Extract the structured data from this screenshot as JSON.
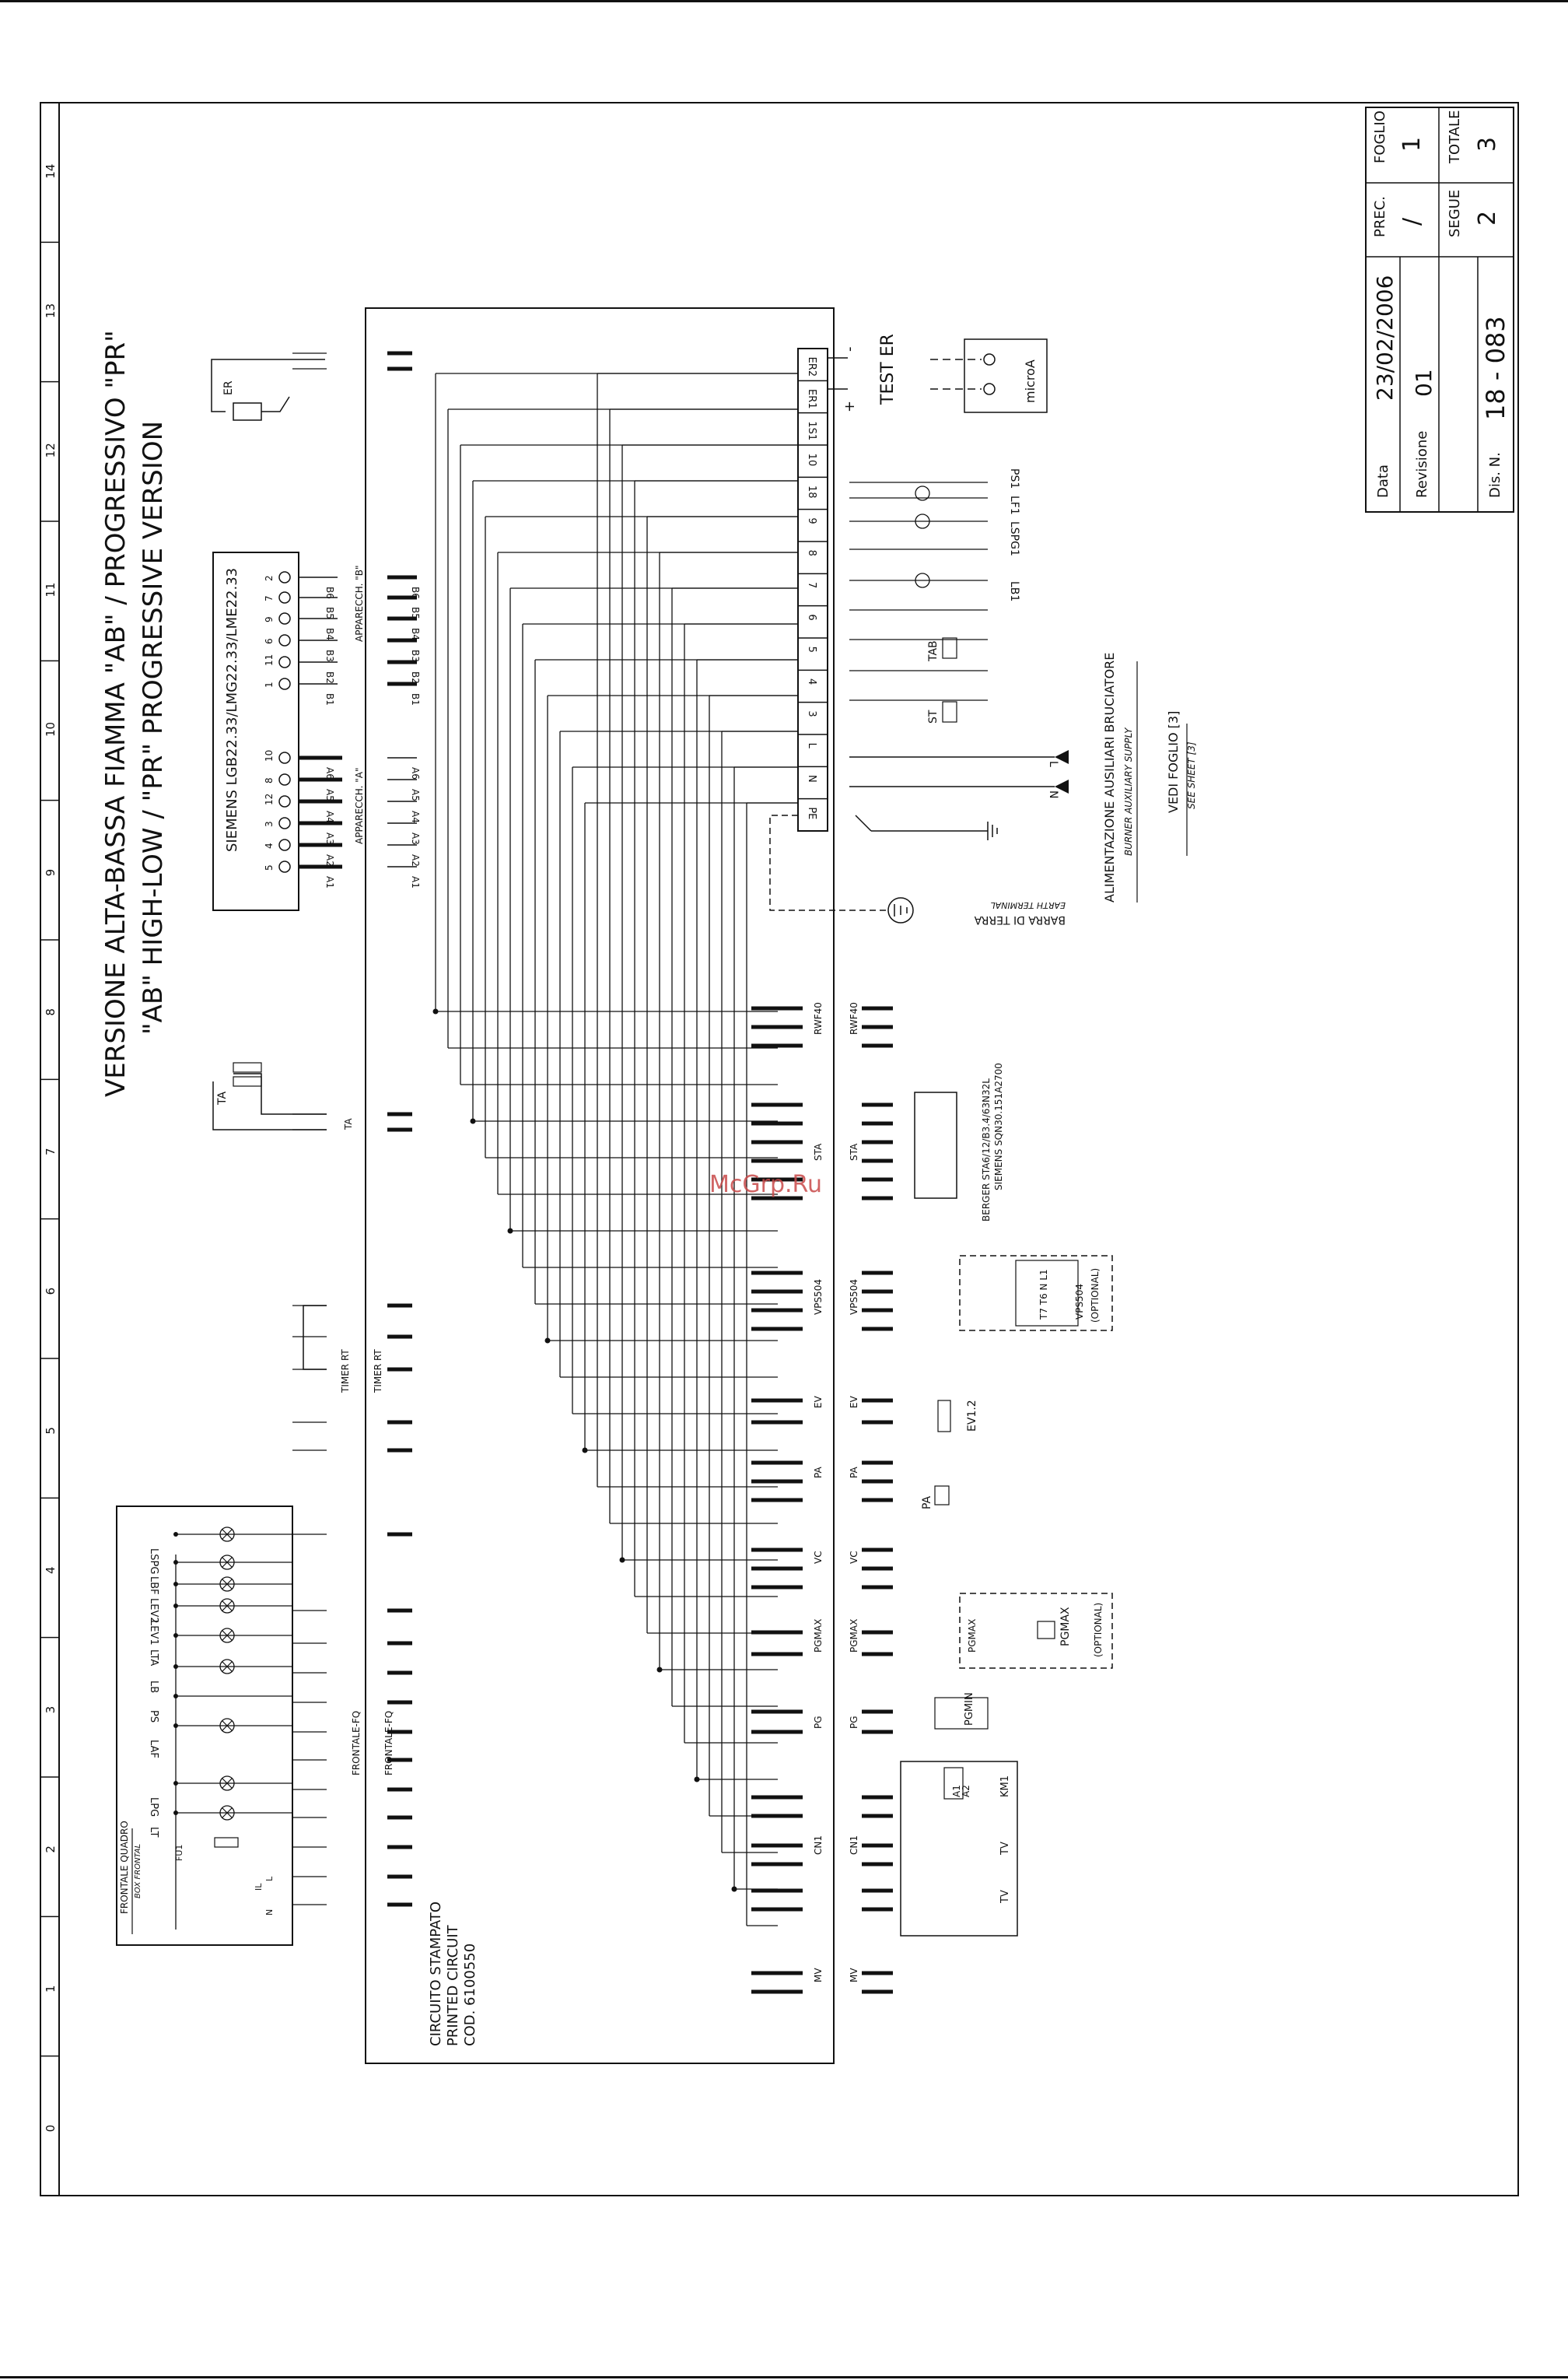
{
  "title": {
    "line1": "VERSIONE ALTA-BASSA FIAMMA \"AB\" / PROGRESSIVO \"PR\"",
    "line2": "\"AB\" HIGH-LOW / \"PR\" PROGRESSIVE VERSION"
  },
  "title_block": {
    "foglio_label": "FOGLIO",
    "foglio_value": "1",
    "totale_label": "TOTALE",
    "totale_value": "3",
    "prec_label": "PREC.",
    "prec_value": "/",
    "segue_label": "SEGUE",
    "segue_value": "2",
    "data_label": "Data",
    "data_value": "23/02/2006",
    "revisione_label": "Revisione",
    "revisione_value": "01",
    "dis_label": "Dis. N.",
    "dis_value": "18 - 083"
  },
  "ruler": [
    "0",
    "1",
    "2",
    "3",
    "4",
    "5",
    "6",
    "7",
    "8",
    "9",
    "10",
    "11",
    "12",
    "13",
    "14"
  ],
  "controller": {
    "label": "SIEMENS LGB22.33/LMG22.33/LME22.33",
    "group_b_label": "APPARECCH. \"B\"",
    "group_a_label": "APPARECCH. \"A\"",
    "group_b": [
      "B6",
      "B5",
      "B4",
      "B3",
      "B2",
      "B1"
    ],
    "group_a": [
      "A6",
      "A5",
      "A4",
      "A3",
      "A2",
      "A1"
    ],
    "b_pins": [
      "2",
      "7",
      "9",
      "6",
      "11",
      "1"
    ],
    "a_pins": [
      "10",
      "8",
      "12",
      "3",
      "4",
      "5"
    ]
  },
  "pcb": {
    "line1": "CIRCUITO STAMPATO",
    "line2": "PRINTED CIRCUIT",
    "line3": "COD. 6100550"
  },
  "terminal_strip": [
    "ER2",
    "ER1",
    "1S1",
    "10",
    "18",
    "9",
    "8",
    "7",
    "6",
    "5",
    "4",
    "3",
    "L",
    "N",
    "PE"
  ],
  "test_er": "TEST ER",
  "microa": "microA",
  "plus": "+",
  "minus": "-",
  "right_labels": {
    "ps1": "PS1",
    "lf1": "LF1",
    "lspg1": "LSPG1",
    "lb1": "LB1",
    "tab": "TAB",
    "st": "ST",
    "l": "L",
    "n": "N"
  },
  "earth": {
    "it": "BARRA DI TERRA",
    "en": "EARTH TERMINAL"
  },
  "aux": {
    "it": "ALIMENTAZIONE AUSILIARI BRUCIATORE",
    "en": "BURNER AUXILIARY SUPPLY",
    "see_it": "VEDI FOGLIO [3]",
    "see_en": "SEE SHEET [3]"
  },
  "components": {
    "er": "ER",
    "ta": "TA",
    "timer_rt": "TIMER RT",
    "rwf40": "RWF40",
    "sta": "STA",
    "sta_desc_1": "BERGER STA6/12/B3.4/63N32L",
    "sta_desc_2": "SIEMENS SQN30.151A2700",
    "vps504": "VPS504",
    "vps504_opt": "VPS504",
    "optional": "(OPTIONAL)",
    "vps_pins": "T7 T6 N L1",
    "ev": "EV",
    "ev12": "EV1.2",
    "pa": "PA",
    "vc": "VC",
    "pgmax": "PGMAX",
    "pg": "PG",
    "pgmin": "PGMIN",
    "cn1": "CN1",
    "mv": "MV",
    "km1": "KM1",
    "tv": "TV",
    "a1": "A1",
    "a2": "A2",
    "frontale_fq": "FRONTALE-FQ"
  },
  "frontale": {
    "label_it": "FRONTALE QUADRO",
    "label_en": "BOX FRONTAL",
    "items": [
      "LSPG",
      "LBF",
      "LEV2",
      "LEV1",
      "LTA",
      "LB",
      "PS",
      "LAF",
      "LPG",
      "LT"
    ],
    "fu": "FU1",
    "il": "IL",
    "n": "N",
    "l": "L"
  },
  "watermark": "McGrp.Ru"
}
